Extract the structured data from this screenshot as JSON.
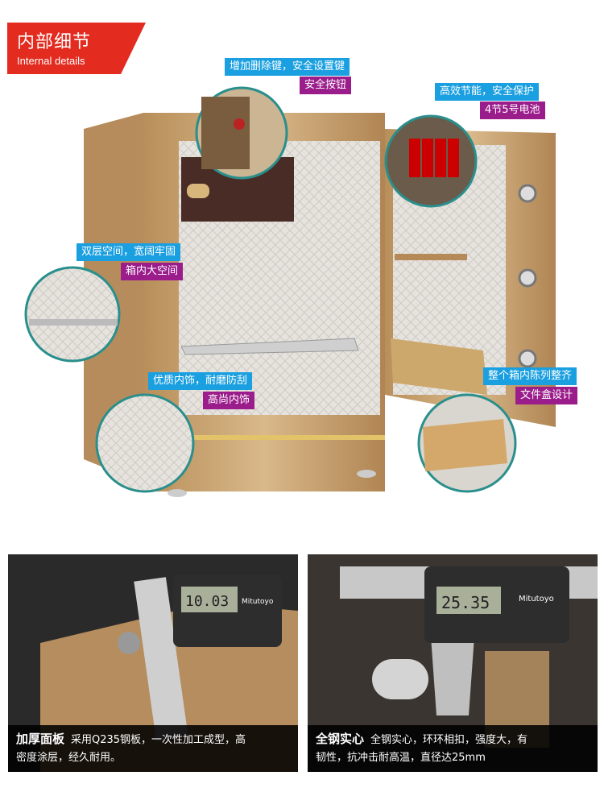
{
  "header": {
    "title_zh": "内部细节",
    "title_en": "Internal details"
  },
  "callouts": [
    {
      "line1": "增加删除键，安全设置键",
      "line2": "安全按钮"
    },
    {
      "line1": "高效节能，安全保护",
      "line2": "4节5号电池"
    },
    {
      "line1": "双层空间，宽阔牢固",
      "line2": "箱内大空间"
    },
    {
      "line1": "优质内饰，耐磨防刮",
      "line2": "高尚内饰"
    },
    {
      "line1": "整个箱内陈列整齐",
      "line2": "文件盒设计"
    }
  ],
  "panels": [
    {
      "display": "10.03",
      "brand": "Mitutoyo",
      "title": "加厚面板",
      "text1": "采用Q235钢板，一次性加工成型，高",
      "text2": "密度涂层，经久耐用。"
    },
    {
      "display": "25.35",
      "brand": "Mitutoyo",
      "title": "全钢实心",
      "text1": "全钢实心，环环相扣，强度大，有",
      "text2": "韧性，抗冲击耐高温，直径达25mm"
    }
  ],
  "colors": {
    "accent_red": "#e32b1f",
    "callout_blue": "#1a9fe0",
    "callout_purple": "#9b1d8b",
    "safe_gold": "#c9a36e"
  },
  "icons": [
    "safe-icon",
    "battery-icon",
    "shelf-icon",
    "file-box-icon",
    "caliper-icon"
  ]
}
